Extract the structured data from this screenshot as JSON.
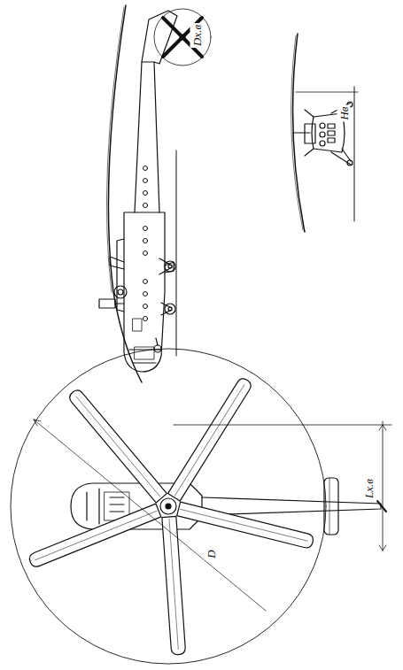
{
  "diagram": {
    "labels": [
      "Dх.в",
      "Hв",
      "Lх.в",
      "D"
    ]
  }
}
